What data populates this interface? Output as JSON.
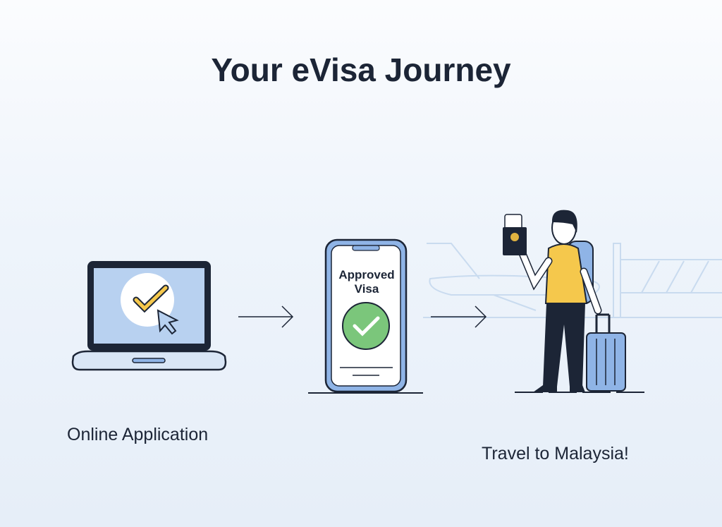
{
  "title": "Your eVisa Journey",
  "steps": [
    {
      "label": "Online Application",
      "icon": "laptop-check-icon"
    },
    {
      "label": "Approved Visa",
      "icon": "phone-approved-icon"
    },
    {
      "label": "Travel to Malaysia!",
      "icon": "traveler-icon"
    }
  ],
  "colors": {
    "accent_blue": "#8fb4e6",
    "yellow": "#f5c84c",
    "green": "#7bc67b",
    "navy": "#1c2536"
  }
}
